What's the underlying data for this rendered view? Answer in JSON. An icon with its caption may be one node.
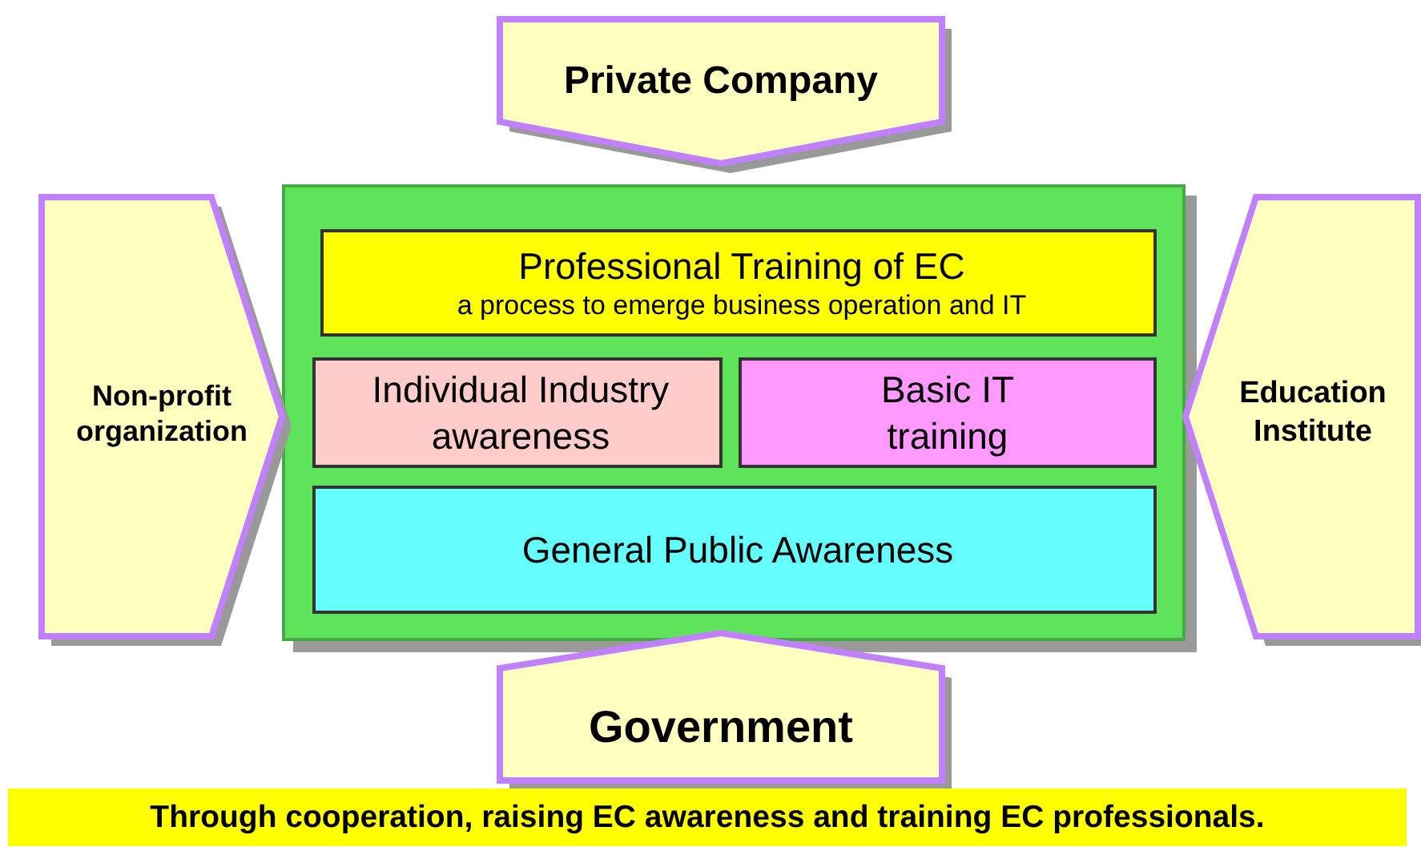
{
  "diagram": {
    "caption": "Through cooperation, raising EC awareness and training EC professionals.",
    "nodes": [
      {
        "text": [
          "Private Company"
        ]
      },
      {
        "text": [],
        "shape": "box"
      },
      {
        "text": [
          "Professional Training of EC",
          "a process to emerge business operation and IT"
        ],
        "in": 1
      },
      {
        "text": [
          "Individual Industry awareness"
        ],
        "in": 1
      },
      {
        "text": [
          "Basic IT training"
        ],
        "in": 1
      },
      {
        "text": [
          "General Public Awareness"
        ],
        "in": 1
      },
      {
        "text": [
          "Non-profit organization"
        ]
      },
      {
        "text": [
          "Education Institute"
        ]
      },
      {
        "text": [
          "Government"
        ]
      }
    ]
  }
}
